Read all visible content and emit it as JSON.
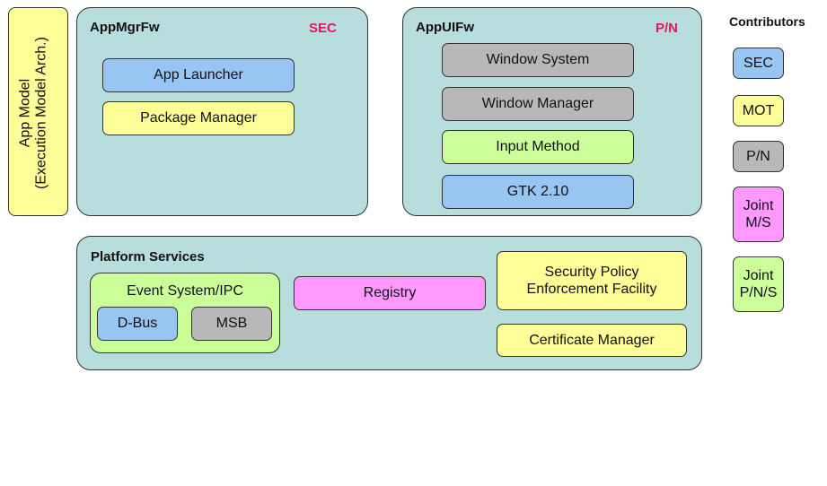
{
  "app_model": {
    "line1": "App Model",
    "line2": "(Execution Model Arch.)"
  },
  "appmgrfw": {
    "title": "AppMgrFw",
    "tag": "SEC",
    "items": [
      "App Launcher",
      "Package Manager"
    ]
  },
  "appuifw": {
    "title": "AppUIFw",
    "tag": "P/N",
    "items": [
      "Window System",
      "Window Manager",
      "Input Method",
      "GTK 2.10"
    ]
  },
  "platform": {
    "title": "Platform Services",
    "event_system": {
      "title": "Event System/IPC",
      "items": [
        "D-Bus",
        "MSB"
      ]
    },
    "registry": "Registry",
    "security_policy": {
      "line1": "Security Policy",
      "line2": "Enforcement Facility"
    },
    "certificate_manager": "Certificate Manager"
  },
  "contributors": {
    "title": "Contributors",
    "items": [
      {
        "line1": "SEC",
        "line2": ""
      },
      {
        "line1": "MOT",
        "line2": ""
      },
      {
        "line1": "P/N",
        "line2": ""
      },
      {
        "line1": "Joint",
        "line2": "M/S"
      },
      {
        "line1": "Joint",
        "line2": "P/N/S"
      }
    ]
  },
  "colors": {
    "group_bg": "#b7dddd",
    "sec": "#98c5f2",
    "mot": "#ffff99",
    "pn": "#b8b8b8",
    "joint_ms": "#ff99ff",
    "joint_pns": "#ccff99",
    "tag": "#e8175d"
  }
}
